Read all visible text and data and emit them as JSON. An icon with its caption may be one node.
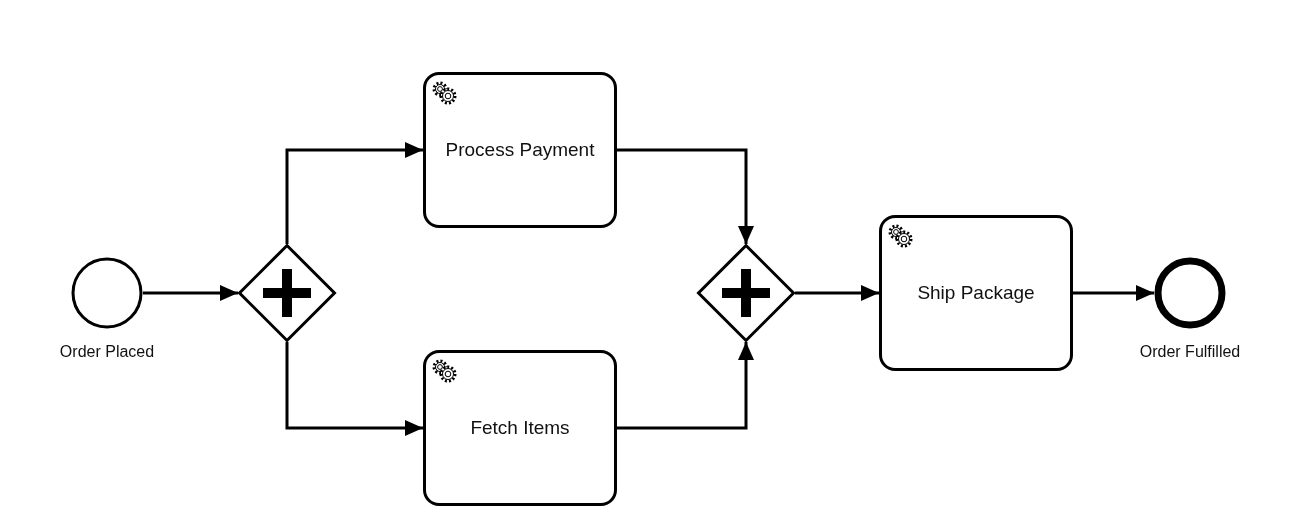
{
  "diagram": {
    "nodes": [
      {
        "text": [],
        "shape": "circle",
        "beside": [
          "Order Placed"
        ]
      },
      {
        "text": [],
        "shape": "diamond"
      },
      {
        "text": [
          "Process Payment"
        ]
      },
      {
        "text": [
          "Fetch Items"
        ]
      },
      {
        "text": [],
        "shape": "diamond"
      },
      {
        "text": [
          "Ship Package"
        ]
      },
      {
        "text": [],
        "shape": "circle",
        "beside": [
          "Order Fulfilled"
        ]
      }
    ],
    "edges": [
      {
        "from": 0,
        "to": 1,
        "arrow": "to"
      },
      {
        "from": 1,
        "to": 2,
        "arrow": "to"
      },
      {
        "from": 1,
        "to": 3,
        "arrow": "to"
      },
      {
        "from": 2,
        "to": 4,
        "arrow": "to"
      },
      {
        "from": 3,
        "to": 4,
        "arrow": "to"
      },
      {
        "from": 4,
        "to": 5,
        "arrow": "to"
      },
      {
        "from": 5,
        "to": 6,
        "arrow": "to"
      }
    ]
  }
}
